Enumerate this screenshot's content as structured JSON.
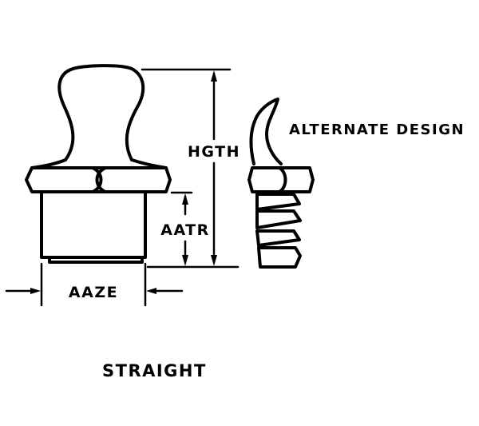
{
  "labels": {
    "hgth": "HGTH",
    "aatr": "AATR",
    "aaze": "AAZE",
    "alternate": "ALTERNATE DESIGN",
    "caption": "STRAIGHT"
  },
  "colors": {
    "ink": "#000000",
    "paper": "#ffffff"
  }
}
